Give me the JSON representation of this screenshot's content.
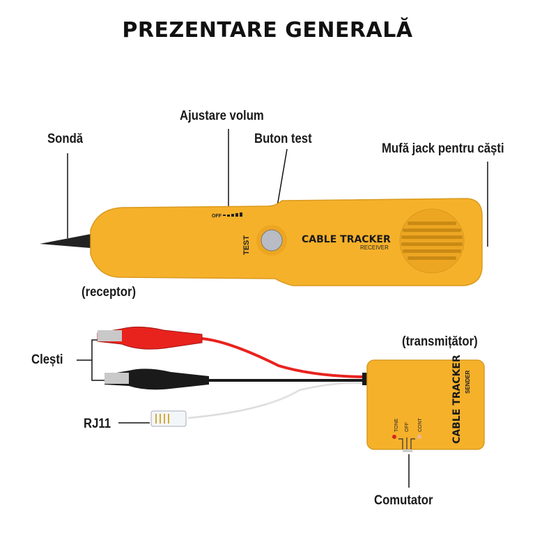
{
  "title": "PREZENTARE GENERALĂ",
  "labels": {
    "probe": "Sondă",
    "volume": "Ajustare volum",
    "test_button": "Buton test",
    "headphone_jack": "Mufă jack pentru căști",
    "receiver": "(receptor)",
    "clips": "Clești",
    "rj11": "RJ11",
    "transmitter": "(transmițător)",
    "switch": "Comutator"
  },
  "device_text": {
    "receiver_brand": "CABLE TRACKER",
    "receiver_sub": "RECEIVER",
    "test": "TEST",
    "off": "OFF",
    "sender_brand": "CABLE TRACKER",
    "sender_sub": "SENDER",
    "tone": "TONE",
    "sender_off": "OFF",
    "cont": "CONT"
  },
  "colors": {
    "device": "#f6b12b",
    "red_wire": "#e8231e",
    "black_wire": "#1a1a1a"
  }
}
